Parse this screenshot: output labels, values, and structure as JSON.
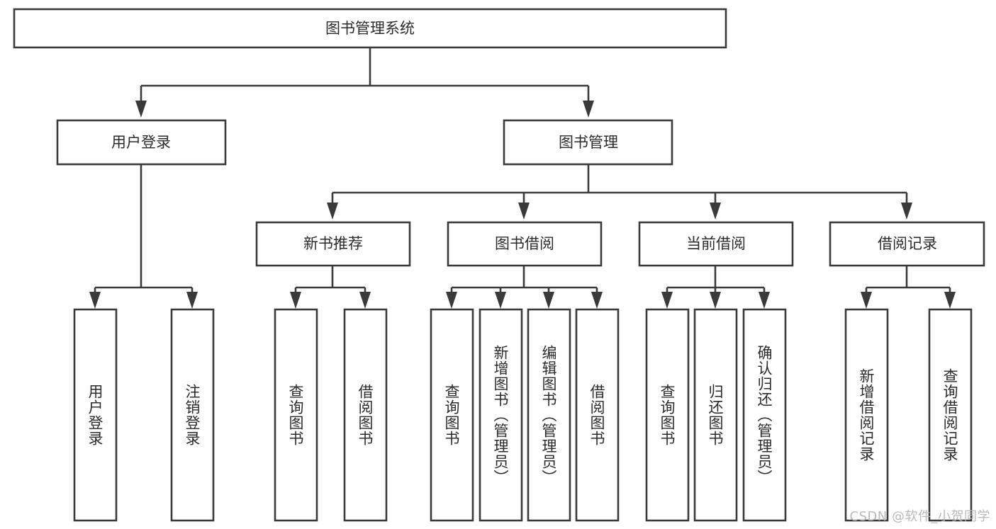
{
  "diagram": {
    "type": "hierarchy-tree",
    "title": "图书管理系统",
    "root": {
      "id": "root",
      "label": "图书管理系统",
      "level": 0
    },
    "level1": [
      {
        "id": "user-login",
        "label": "用户登录"
      },
      {
        "id": "book-management",
        "label": "图书管理"
      }
    ],
    "level2": [
      {
        "id": "new-book-recommend",
        "label": "新书推荐",
        "parent": "book-management"
      },
      {
        "id": "book-borrow",
        "label": "图书借阅",
        "parent": "book-management"
      },
      {
        "id": "current-borrow",
        "label": "当前借阅",
        "parent": "book-management"
      },
      {
        "id": "borrow-record",
        "label": "借阅记录",
        "parent": "book-management"
      }
    ],
    "leaves": {
      "user-login": [
        {
          "id": "leaf-user-login",
          "label": "用户登录"
        },
        {
          "id": "leaf-logout-login",
          "label": "注销登录"
        }
      ],
      "new-book-recommend": [
        {
          "id": "leaf-query-book-1",
          "label": "查询图书"
        },
        {
          "id": "leaf-borrow-book-1",
          "label": "借阅图书"
        }
      ],
      "book-borrow": [
        {
          "id": "leaf-query-book-2",
          "label": "查询图书"
        },
        {
          "id": "leaf-add-book",
          "label": "新增图书（管理员）"
        },
        {
          "id": "leaf-edit-book",
          "label": "编辑图书（管理员）"
        },
        {
          "id": "leaf-borrow-book-2",
          "label": "借阅图书"
        }
      ],
      "current-borrow": [
        {
          "id": "leaf-query-book-3",
          "label": "查询图书"
        },
        {
          "id": "leaf-return-book",
          "label": "归还图书"
        },
        {
          "id": "leaf-confirm-return",
          "label": "确认归还（管理员）"
        }
      ],
      "borrow-record": [
        {
          "id": "leaf-add-record",
          "label": "新增借阅记录"
        },
        {
          "id": "leaf-query-record",
          "label": "查询借阅记录"
        }
      ]
    },
    "colors": {
      "box_stroke": "#3a3a3a",
      "box_fill": "#ffffff",
      "connector": "#3a3a3a",
      "text": "#2b2b2b",
      "background": "#ffffff",
      "watermark": "#b9b9b9"
    }
  },
  "watermark": {
    "text": "CSDN @软件_小贺同学"
  }
}
